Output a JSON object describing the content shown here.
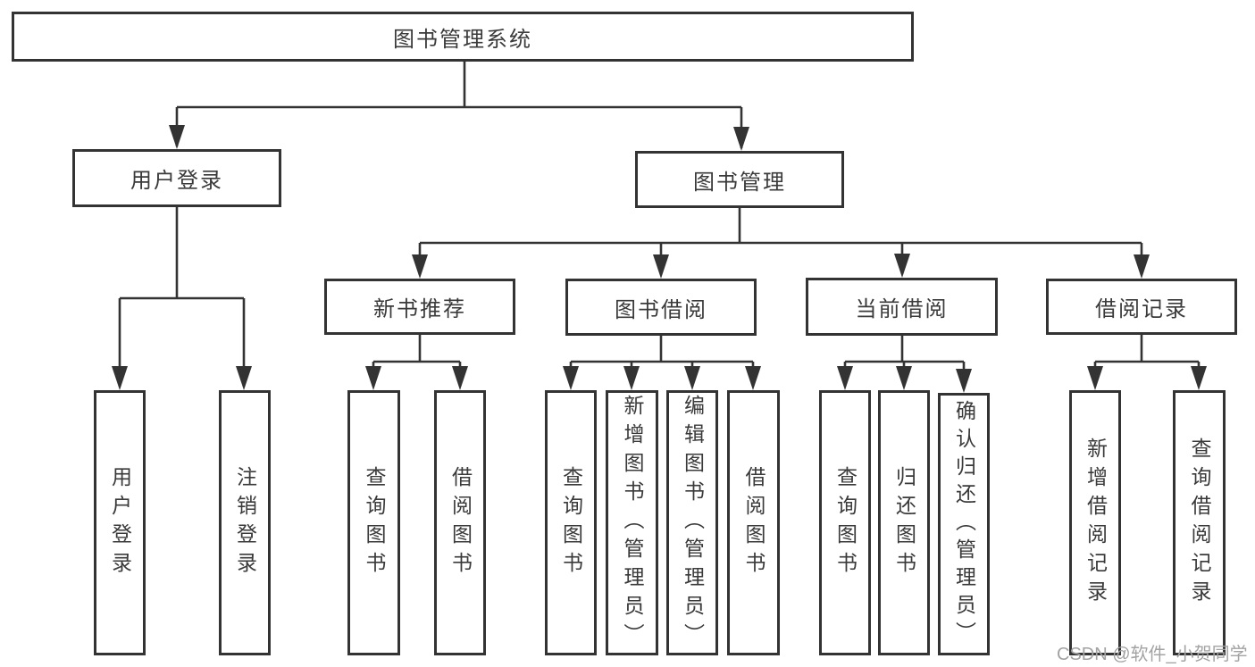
{
  "tree": {
    "label": "图书管理系统",
    "children": [
      {
        "label": "用户登录",
        "children": [
          {
            "label": "用户登录"
          },
          {
            "label": "注销登录"
          }
        ]
      },
      {
        "label": "图书管理",
        "children": [
          {
            "label": "新书推荐",
            "children": [
              {
                "label": "查询图书"
              },
              {
                "label": "借阅图书"
              }
            ]
          },
          {
            "label": "图书借阅",
            "children": [
              {
                "label": "查询图书"
              },
              {
                "label": "新增图书（管理员）"
              },
              {
                "label": "编辑图书（管理员）"
              },
              {
                "label": "借阅图书"
              }
            ]
          },
          {
            "label": "当前借阅",
            "children": [
              {
                "label": "查询图书"
              },
              {
                "label": "归还图书"
              },
              {
                "label": "确认归还（管理员）"
              }
            ]
          },
          {
            "label": "借阅记录",
            "children": [
              {
                "label": "新增借阅记录"
              },
              {
                "label": "查询借阅记录"
              }
            ]
          }
        ]
      }
    ]
  },
  "watermark": {
    "text": "CSDN @软件_小贺同学"
  },
  "colors": {
    "line": "#333333",
    "box_border": "#333333",
    "text": "#3a3a3a",
    "watermark": "#a3a3a3",
    "background": "#ffffff"
  }
}
